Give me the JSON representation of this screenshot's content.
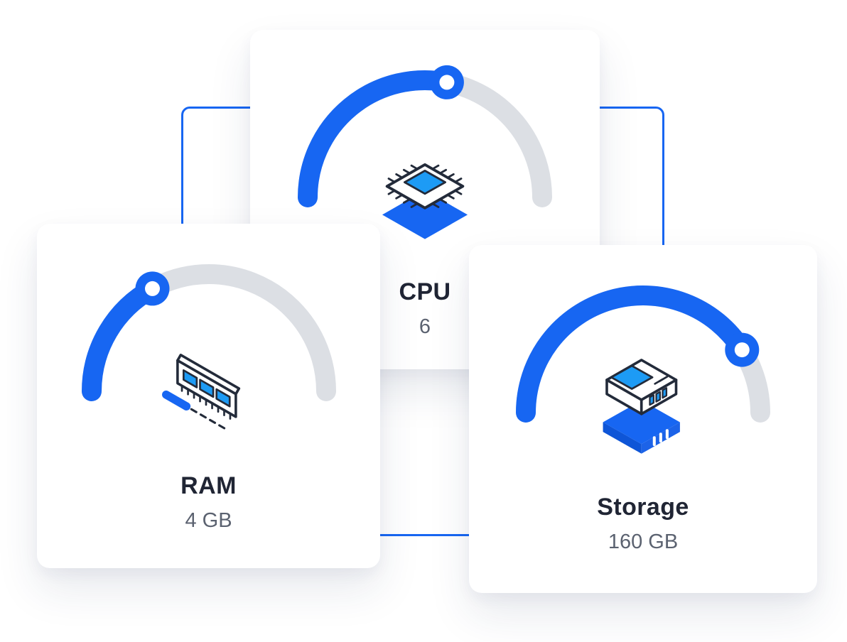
{
  "page": {
    "background": "#ffffff"
  },
  "colors": {
    "accent_blue": "#1766f2",
    "accent_mid": "#1c63e8",
    "accent_dark": "#0e55d7",
    "icon_blue": "#1d9bf5",
    "track_gray": "#dcdfe4",
    "outline_dark": "#232b3a",
    "label_dark": "#202534",
    "value_gray": "#5b6270"
  },
  "cards": [
    {
      "id": "cpu",
      "label": "CPU",
      "value": "6",
      "percent": 56,
      "icon": "cpu-chip-icon"
    },
    {
      "id": "ram",
      "label": "RAM",
      "value": "4 GB",
      "percent": 34,
      "icon": "ram-module-icon"
    },
    {
      "id": "storage",
      "label": "Storage",
      "value": "160 GB",
      "percent": 82,
      "icon": "storage-drive-icon"
    }
  ],
  "chart_data": [
    {
      "type": "gauge",
      "title": "CPU",
      "value_label": "6",
      "percent": 56,
      "range": [
        0,
        100
      ],
      "track": "semicircle",
      "progress_color": "#1766f2",
      "track_color": "#dcdfe4"
    },
    {
      "type": "gauge",
      "title": "RAM",
      "value_label": "4 GB",
      "percent": 34,
      "range": [
        0,
        100
      ],
      "track": "semicircle",
      "progress_color": "#1766f2",
      "track_color": "#dcdfe4"
    },
    {
      "type": "gauge",
      "title": "Storage",
      "value_label": "160 GB",
      "percent": 82,
      "range": [
        0,
        100
      ],
      "track": "semicircle",
      "progress_color": "#1766f2",
      "track_color": "#dcdfe4"
    }
  ]
}
